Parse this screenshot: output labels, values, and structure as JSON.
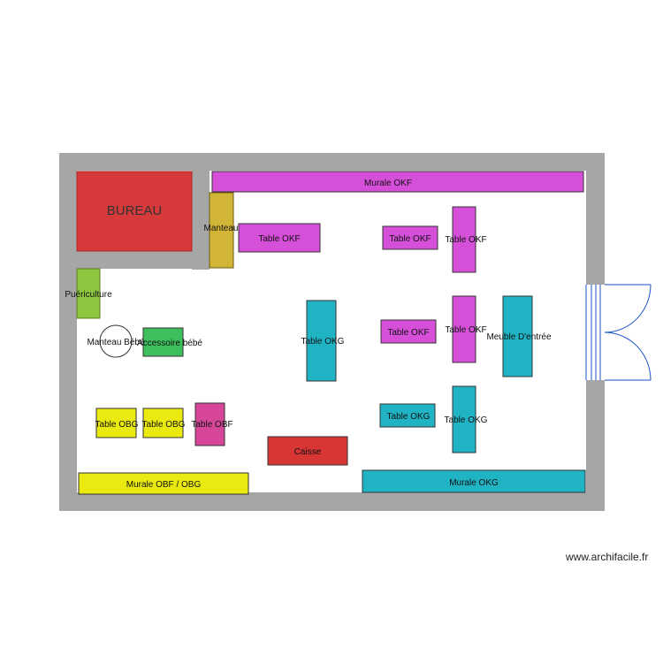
{
  "colors": {
    "wall": "#a6a6a6",
    "floor": "#ffffff",
    "bureau": "#d63a3a",
    "manteau": "#d2b436",
    "okf": "#d64fd9",
    "okg": "#1fb3c4",
    "puericulture": "#8ec63f",
    "accessoire": "#3dbf5e",
    "obg": "#eaea10",
    "obf": "#d6479a",
    "caisse": "#d83535",
    "door": "#1a4fc9"
  },
  "labels": {
    "bureau": "BUREAU",
    "manteau": "Manteau",
    "murale_okf": "Murale OKF",
    "table_okf": "Table OKF",
    "table_okg": "Table OKG",
    "puericulture": "Puériculture",
    "manteau_bebe": "Manteau Bébé",
    "accessoire_bebe": "Accessoire bébé",
    "table_obg": "Table OBG",
    "table_obf": "Table OBF",
    "caisse": "Caisse",
    "murale_obf_obg": "Murale OBF / OBG",
    "murale_okg": "Murale OKG",
    "meuble_entree": "Meuble D'entrée"
  },
  "watermark": "www.archifacile.fr"
}
